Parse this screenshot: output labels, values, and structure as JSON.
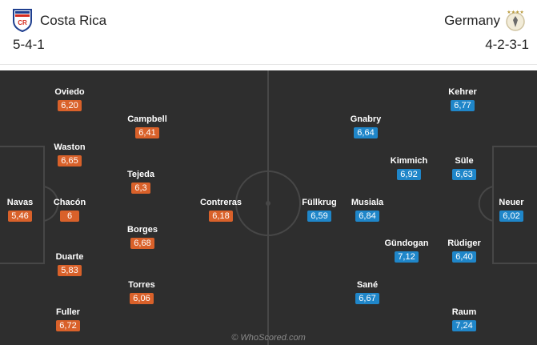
{
  "home": {
    "name": "Costa Rica",
    "formation": "5-4-1",
    "crest_icon": "costa-rica-crest",
    "rating_color": "#d9612a",
    "players": [
      {
        "name": "Navas",
        "rating": "5,46"
      },
      {
        "name": "Oviedo",
        "rating": "6,20"
      },
      {
        "name": "Waston",
        "rating": "6,65"
      },
      {
        "name": "Chacón",
        "rating": "6"
      },
      {
        "name": "Duarte",
        "rating": "5,83"
      },
      {
        "name": "Fuller",
        "rating": "6,72"
      },
      {
        "name": "Campbell",
        "rating": "6,41"
      },
      {
        "name": "Tejeda",
        "rating": "6,3"
      },
      {
        "name": "Borges",
        "rating": "6,68"
      },
      {
        "name": "Torres",
        "rating": "6,06"
      },
      {
        "name": "Contreras",
        "rating": "6,18"
      }
    ]
  },
  "away": {
    "name": "Germany",
    "formation": "4-2-3-1",
    "crest_icon": "germany-crest",
    "rating_color": "#1f86c9",
    "players": [
      {
        "name": "Neuer",
        "rating": "6,02"
      },
      {
        "name": "Kehrer",
        "rating": "6,77"
      },
      {
        "name": "Süle",
        "rating": "6,63"
      },
      {
        "name": "Rüdiger",
        "rating": "6,40"
      },
      {
        "name": "Raum",
        "rating": "7,24"
      },
      {
        "name": "Kimmich",
        "rating": "6,92"
      },
      {
        "name": "Gündogan",
        "rating": "7,12"
      },
      {
        "name": "Gnabry",
        "rating": "6,64"
      },
      {
        "name": "Musiala",
        "rating": "6,84"
      },
      {
        "name": "Sané",
        "rating": "6,67"
      },
      {
        "name": "Füllkrug",
        "rating": "6,59"
      }
    ]
  },
  "watermark": "© WhoScored.com"
}
